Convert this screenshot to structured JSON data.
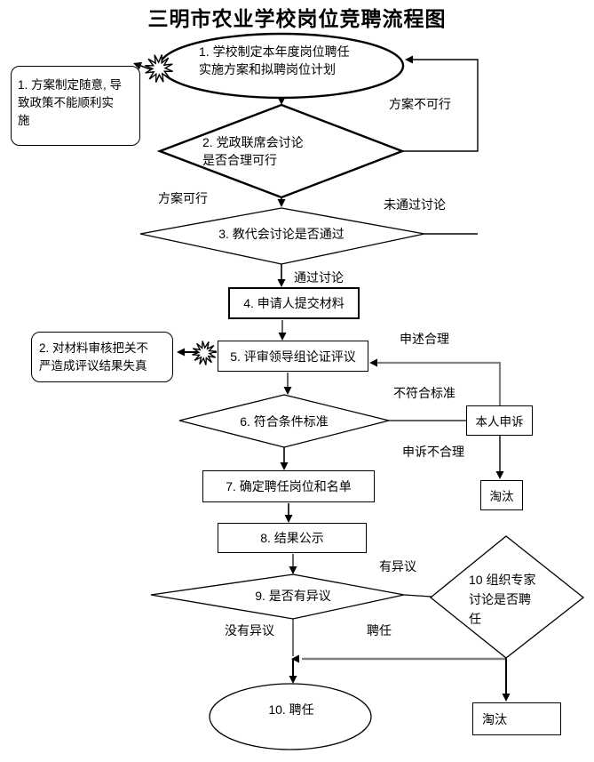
{
  "title": "三明市农业学校岗位竞聘流程图",
  "nodes": {
    "start": "1. 学校制定本年度岗位聘任\n实施方案和拟聘岗位计划",
    "d2": "2. 党政联席会讨论\n是否合理可行",
    "d3": "3. 教代会讨论是否通过",
    "b4": "4. 申请人提交材料",
    "b5": "5. 评审领导组论证评议",
    "d6": "6. 符合条件标准",
    "b7": "7. 确定聘任岗位和名单",
    "b8": "8. 结果公示",
    "d9": "9. 是否有异议",
    "d10": "10 组织专家\n讨论是否聘\n任",
    "appeal": "本人申诉",
    "eliminate_mid": "淘汰",
    "eliminate_bottom": "淘汰",
    "end": "10. 聘任"
  },
  "callouts": {
    "c1": "1. 方案制定随意, 导\n致政策不能顺利实\n施",
    "c2": "2. 对材料审核把关不\n严造成评议结果失真"
  },
  "edge_labels": {
    "infeasible": "方案不可行",
    "feasible": "方案可行",
    "not_passed": "未通过讨论",
    "passed": "通过讨论",
    "appeal_valid": "申述合理",
    "not_meet": "不符合标准",
    "appeal_invalid": "申诉不合理",
    "objection": "有异议",
    "no_objection": "没有异议",
    "hire": "聘任"
  },
  "colors": {
    "line": "#000000",
    "gray_line": "#808080"
  }
}
